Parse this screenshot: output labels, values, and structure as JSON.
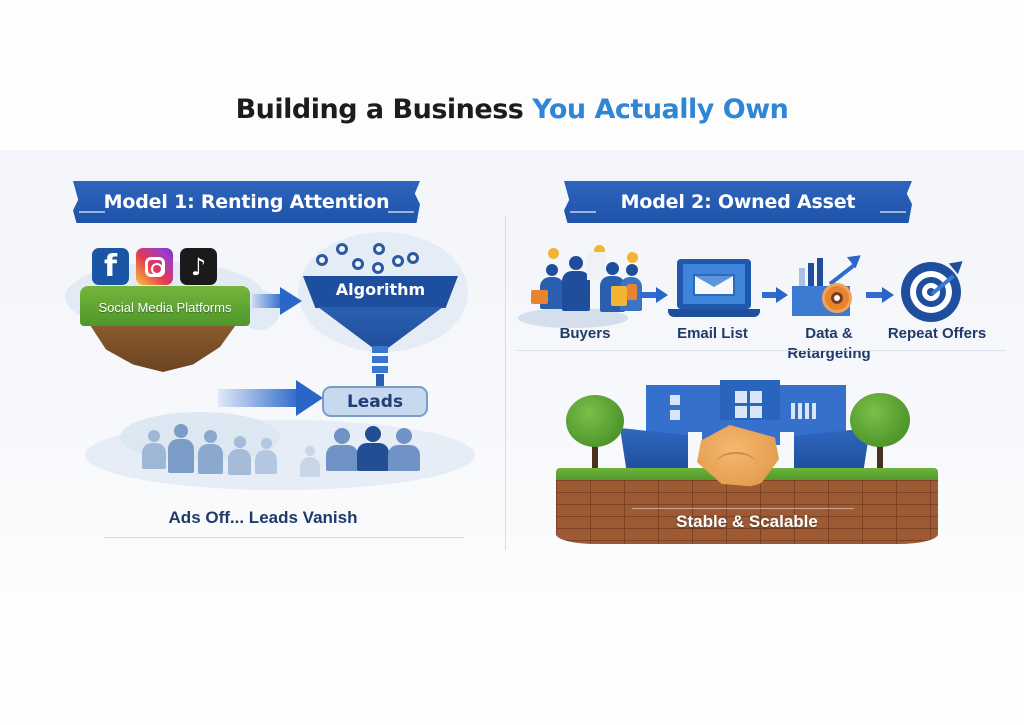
{
  "header": {
    "title_part1": "Building a Business",
    "title_part2": "You Actually Own",
    "accent_color": "#2f86d6"
  },
  "model1": {
    "banner": "Model 1: Renting Attention",
    "platforms": {
      "label": "Social Media Platforms",
      "icons": [
        {
          "name": "facebook-icon",
          "glyph": "f"
        },
        {
          "name": "instagram-icon",
          "glyph": ""
        },
        {
          "name": "tiktok-icon",
          "glyph": "♪"
        }
      ]
    },
    "funnel_label": "Algorithm",
    "leads_label": "Leads",
    "caption": "Ads Off...  Leads Vanish"
  },
  "model2": {
    "banner": "Model 2: Owned Asset",
    "steps": [
      {
        "label": "Buyers",
        "icon": "buyers-icon"
      },
      {
        "label": "Email List",
        "icon": "laptop-email-icon"
      },
      {
        "label": "Data &\nRetargeting",
        "label_line1": "Data &",
        "label_line2": "Retargeting",
        "icon": "data-chart-target-icon"
      },
      {
        "label": "Repeat Offers",
        "icon": "bullseye-icon"
      }
    ],
    "foundation_label": "Stable & Scalable"
  },
  "colors": {
    "banner_blue": "#2360b5",
    "dark_navy_text": "#1f3a6b",
    "brick": "#9e5a32",
    "grass": "#5ca432"
  }
}
